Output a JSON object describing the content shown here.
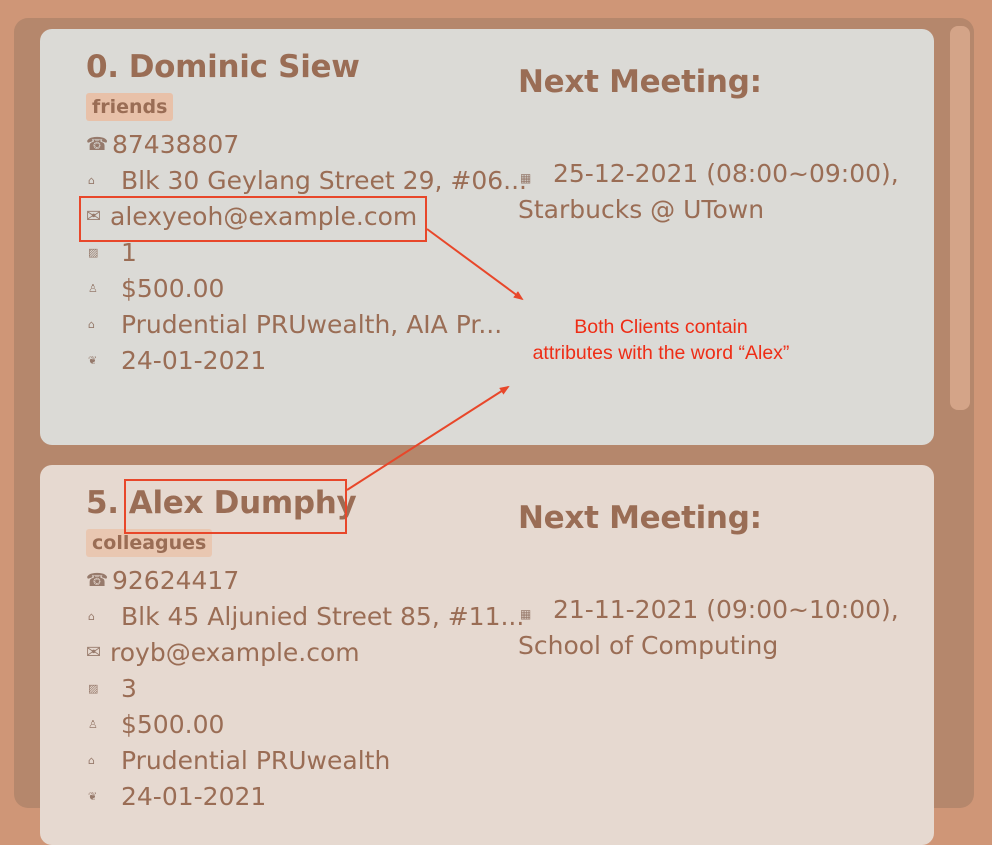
{
  "clients": [
    {
      "index": "0.",
      "name": "Dominic Siew",
      "tag": "friends",
      "phone": "87438807",
      "address": "Blk 30 Geylang Street 29, #06...",
      "email": "alexyeoh@example.com",
      "risk": "1",
      "income": "$500.00",
      "plans": "Prudential PRUwealth, AIA Pr...",
      "last_met": "24-01-2021",
      "next_meeting_label": "Next Meeting:",
      "next_meeting_time": "25-12-2021 (08:00~09:00),",
      "next_meeting_place": "Starbucks @ UTown"
    },
    {
      "index": "5.",
      "name": "Alex Dumphy",
      "tag": "colleagues",
      "phone": "92624417",
      "address": "Blk 45 Aljunied Street 85, #11...",
      "email": "royb@example.com",
      "risk": "3",
      "income": "$500.00",
      "plans": "Prudential PRUwealth",
      "last_met": "24-01-2021",
      "next_meeting_label": "Next Meeting:",
      "next_meeting_time": "21-11-2021 (09:00~10:00),",
      "next_meeting_place": "School of Computing"
    }
  ],
  "annotation": {
    "line1": "Both Clients contain",
    "line2": "attributes with the word “Alex”",
    "color": "#ee2d16"
  },
  "icons": {
    "phone": "phone-icon",
    "address": "home-icon",
    "email": "envelope-icon",
    "risk": "chart-icon",
    "income": "money-bag-icon",
    "plans": "bank-icon",
    "last_met": "handshake-icon",
    "meeting": "calendar-icon"
  },
  "colors": {
    "background": "#cf9677",
    "panel": "#b5876c",
    "card_selected": "#dbdad6",
    "card": "#e6d9d0",
    "text": "#9a6d55",
    "tag": "#e8c1a9",
    "highlight": "#e8472a"
  }
}
